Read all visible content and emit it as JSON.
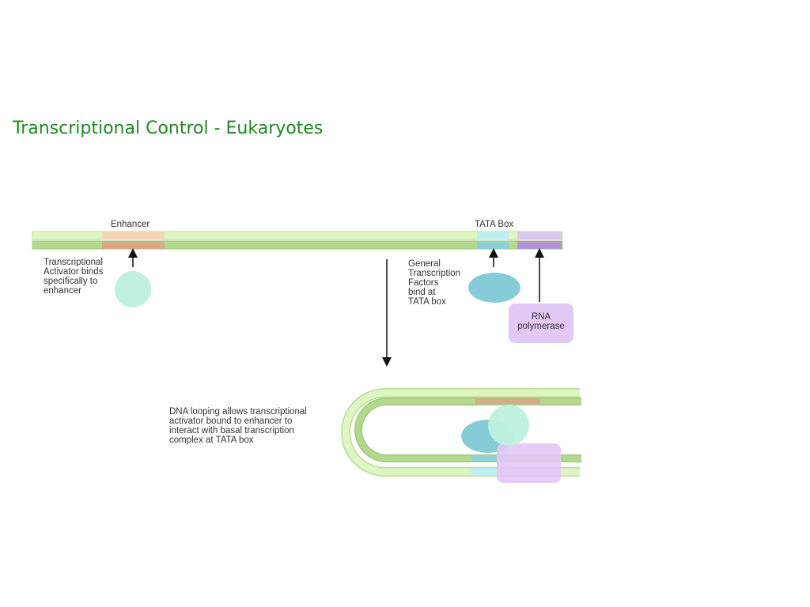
{
  "slide": {
    "title": "Transcriptional Control - Eukaryotes"
  },
  "diagram": {
    "labels": {
      "enhancer": "Enhancer",
      "tata_box": "TATA Box",
      "activator_line1": "Transcriptional",
      "activator_line2": "Activator binds",
      "activator_line3": "specifically to",
      "activator_line4": "enhancer",
      "gtf_line1": "General",
      "gtf_line2": "Transcription",
      "gtf_line3": "Factors",
      "gtf_line4": "bind at",
      "gtf_line5": "TATA box",
      "rnap_line1": "RNA",
      "rnap_line2": "polymerase",
      "looping_line1": "DNA looping allows transcriptional",
      "looping_line2": "activator bound to enhancer to",
      "looping_line3": "interact with basal transcription",
      "looping_line4": "complex at TATA box"
    },
    "colors": {
      "dna_light": "#dff5c4",
      "dna_dark": "#b4d98e",
      "enhancer_light": "#f7d6b8",
      "enhancer_dark": "#d9aa88",
      "tata_light": "#bdeef0",
      "tata_dark": "#8fcfd6",
      "rnap_light": "#dcc7ee",
      "rnap_dark": "#b393d0",
      "activator": "#bff0e0",
      "gtf": "#86ccd8",
      "rna_polymerase": "#e2c8f5",
      "title_green": "#1f8a1f"
    }
  }
}
